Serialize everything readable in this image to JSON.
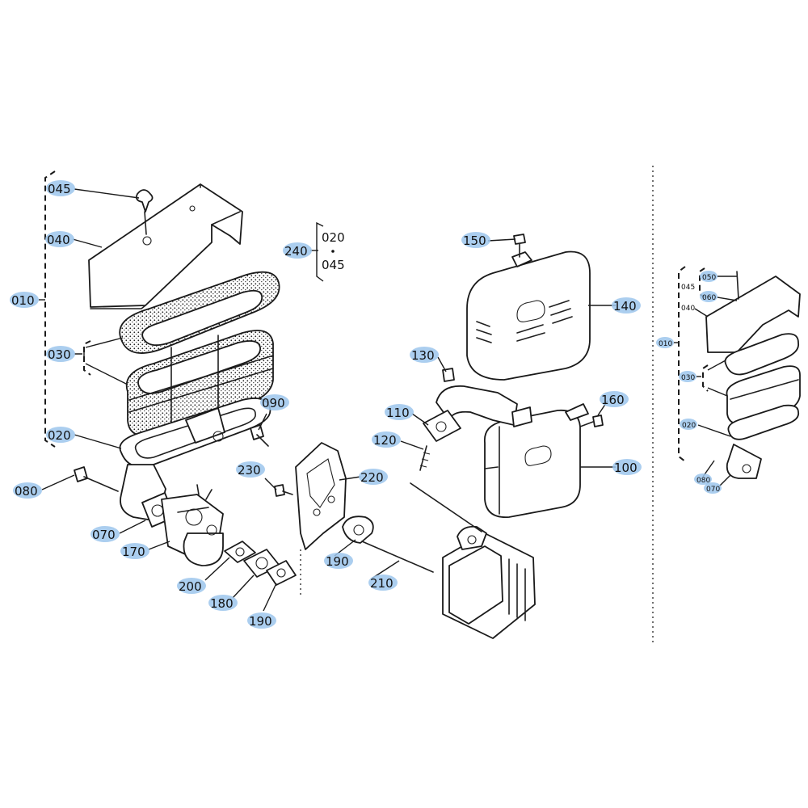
{
  "callouts": {
    "c010": "010",
    "c045": "045",
    "c040": "040",
    "c030": "030",
    "c020": "020",
    "c080": "080",
    "c070": "070",
    "c170": "170",
    "c090": "090",
    "c200": "200",
    "c180": "180",
    "c190a": "190",
    "c190b": "190",
    "c230": "230",
    "c220": "220",
    "c210": "210",
    "c240": "240",
    "c240_020": "020",
    "c240_045": "045",
    "c150": "150",
    "c140": "140",
    "c130": "130",
    "c110": "110",
    "c120": "120",
    "c160": "160",
    "c100": "100"
  },
  "inset": {
    "c050": "050",
    "c045": "045",
    "c060": "060",
    "c040": "040",
    "c010": "010",
    "c030": "030",
    "c020": "020",
    "c080": "080",
    "c070": "070"
  },
  "colors": {
    "highlight": "#9cc6ec",
    "ink": "#1a1a1a"
  }
}
